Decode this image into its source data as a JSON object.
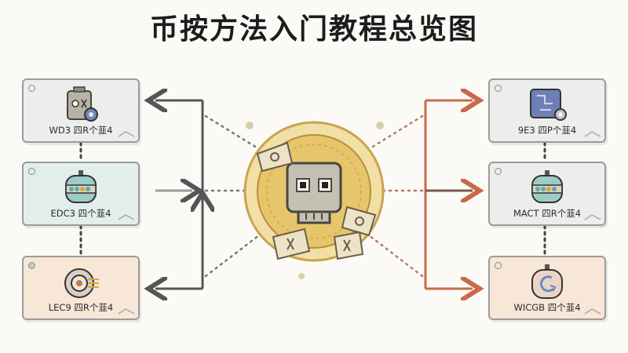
{
  "title": "币按方法入门教程总览图",
  "left_cards": [
    {
      "label": "WD3 四R个韮4",
      "icon": "robot-gear-icon"
    },
    {
      "label": "EDC3 四个韮4",
      "icon": "bead-jar-icon"
    },
    {
      "label": "LEC9 四R个韮4",
      "icon": "spiral-gear-icon"
    }
  ],
  "right_cards": [
    {
      "label": "9E3 四P个韮4",
      "icon": "blue-chip-gear-icon"
    },
    {
      "label": "MACT 四R个韮4",
      "icon": "bead-jar-icon"
    },
    {
      "label": "WICGB 四个韮4",
      "icon": "swirl-jar-icon"
    }
  ],
  "center_icon": "skull-coin-icon",
  "colors": {
    "left_arrow": "#555555",
    "right_arrow": "#c9694a",
    "coin": "#e7c56b",
    "coin_ring": "#f3dfa5"
  }
}
